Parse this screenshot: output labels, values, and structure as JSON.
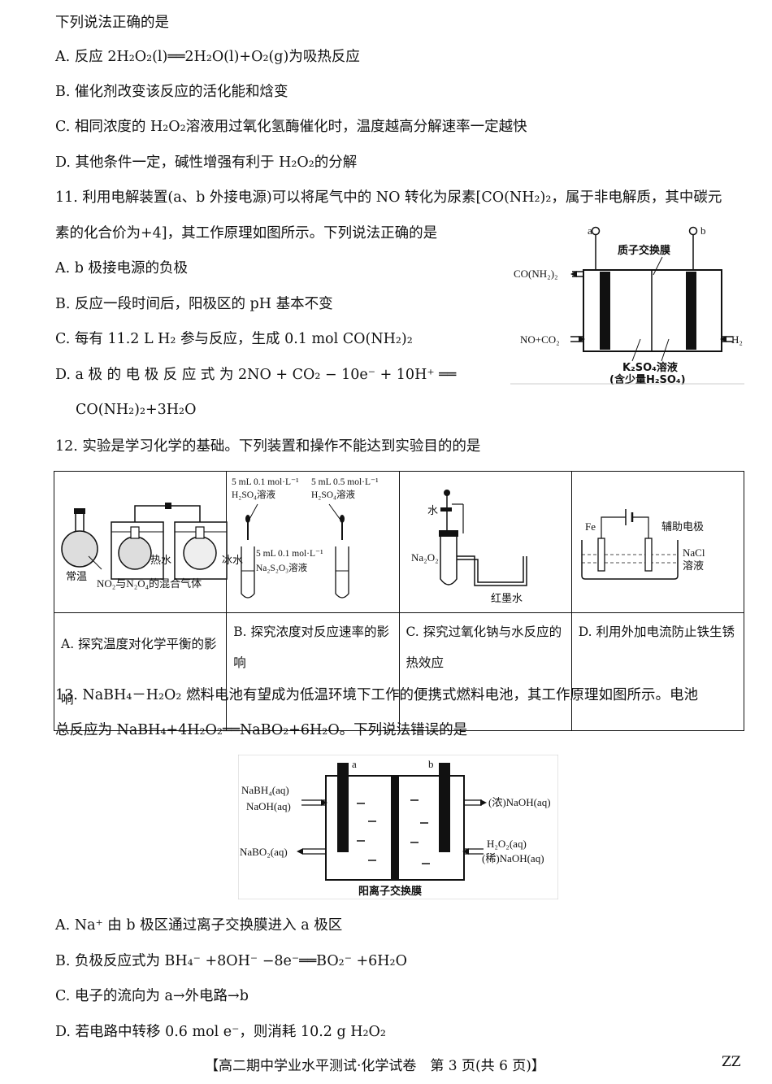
{
  "q10": {
    "stem": "下列说法正确的是",
    "A": "A. 反应 2H₂O₂(l)══2H₂O(l)+O₂(g)为吸热反应",
    "B": "B. 催化剂改变该反应的活化能和焓变",
    "C": "C. 相同浓度的 H₂O₂溶液用过氧化氢酶催化时，温度越高分解速率一定越快",
    "D": "D. 其他条件一定，碱性增强有利于 H₂O₂的分解"
  },
  "q11": {
    "stem_line1": "11. 利用电解装置(a、b 外接电源)可以将尾气中的 NO 转化为尿素[CO(NH₂)₂，属于非电解质，其中碳元",
    "stem_line2": "素的化合价为+4]，其工作原理如图所示。下列说法正确的是",
    "A": "A. b 极接电源的负极",
    "B": "B. 反应一段时间后，阳极区的 pH 基本不变",
    "C": "C. 每有 11.2 L H₂ 参与反应，生成 0.1 mol CO(NH₂)₂",
    "D_line1": "D. a 极 的 电 极 反 应 式 为 2NO + CO₂ − 10e⁻ + 10H⁺ ══",
    "D_line2": "CO(NH₂)₂+3H₂O",
    "figure": {
      "label_a": "a",
      "label_b": "b",
      "membrane": "质子交换膜",
      "left_top": "CO(NH₂)₂",
      "left_bottom": "NO+CO₂",
      "right_bottom": "H₂",
      "solution_1": "K₂SO₄溶液",
      "solution_2": "(含少量H₂SO₄)"
    }
  },
  "q12": {
    "stem": "12. 实验是学习化学的基础。下列装置和操作不能达到实验目的的是",
    "fig_a": {
      "left": "常温",
      "hot": "热水",
      "cold": "冰水",
      "gas": "NO₂与N₂O₄的混合气体"
    },
    "fig_b": {
      "t1": "5 mL 0.1 mol·L⁻¹",
      "t2": "H₂SO₄溶液",
      "t3": "5 mL 0.5 mol·L⁻¹",
      "t4": "H₂SO₄溶液",
      "t5": "5 mL 0.1 mol·L⁻¹",
      "t6": "Na₂S₂O₃溶液"
    },
    "fig_c": {
      "water": "水",
      "na2o2": "Na₂O₂",
      "ink": "红墨水"
    },
    "fig_d": {
      "fe": "Fe",
      "aux": "辅助电极",
      "nacl1": "NaCl",
      "nacl2": "溶液"
    },
    "cap_a": "A. 探究温度对化学平衡的影响",
    "cap_b": "B. 探究浓度对反应速率的影响",
    "cap_c": "C. 探究过氧化钠与水反应的热效应",
    "cap_d": "D. 利用外加电流防止铁生锈"
  },
  "q13": {
    "stem_line1": "13. NaBH₄－H₂O₂ 燃料电池有望成为低温环境下工作的便携式燃料电池，其工作原理如图所示。电池",
    "stem_line2": "总反应为 NaBH₄+4H₂O₂══NaBO₂+6H₂O。下列说法错误的是",
    "figure": {
      "label_a": "a",
      "label_b": "b",
      "in1": "NaBH₄(aq)",
      "in2": "NaOH(aq)",
      "out1": "NaBO₂(aq)",
      "out2": "(浓)NaOH(aq)",
      "in3": "H₂O₂(aq)",
      "in4": "(稀)NaOH(aq)",
      "membrane": "阳离子交换膜"
    },
    "A": "A. Na⁺ 由 b 极区通过离子交换膜进入 a 极区",
    "B": "B. 负极反应式为 BH₄⁻ +8OH⁻ −8e⁻══BO₂⁻ +6H₂O",
    "C": "C. 电子的流向为 a→外电路→b",
    "D": "D. 若电路中转移 0.6 mol e⁻，则消耗 10.2 g H₂O₂"
  },
  "footer": {
    "center": "【高二期中学业水平测试·化学试卷　第 3 页(共 6 页)】",
    "right": "ZZ"
  }
}
